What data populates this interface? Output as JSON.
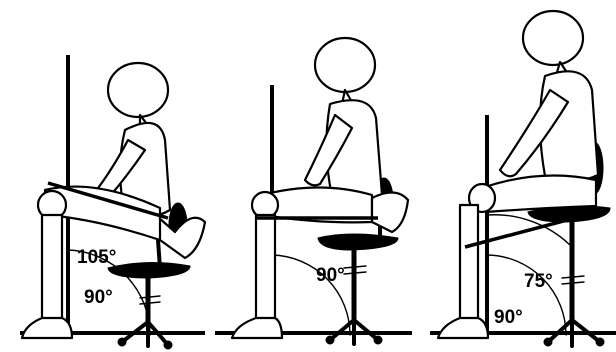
{
  "figures": [
    {
      "id": "posture-left",
      "thigh_angle_label": "105°",
      "ankle_angle_label": "90°"
    },
    {
      "id": "posture-middle",
      "thigh_angle_label": "90°"
    },
    {
      "id": "posture-right",
      "thigh_angle_label": "75°",
      "ankle_angle_label": "90°"
    }
  ],
  "colors": {
    "ink": "#000000",
    "background": "#ffffff"
  }
}
